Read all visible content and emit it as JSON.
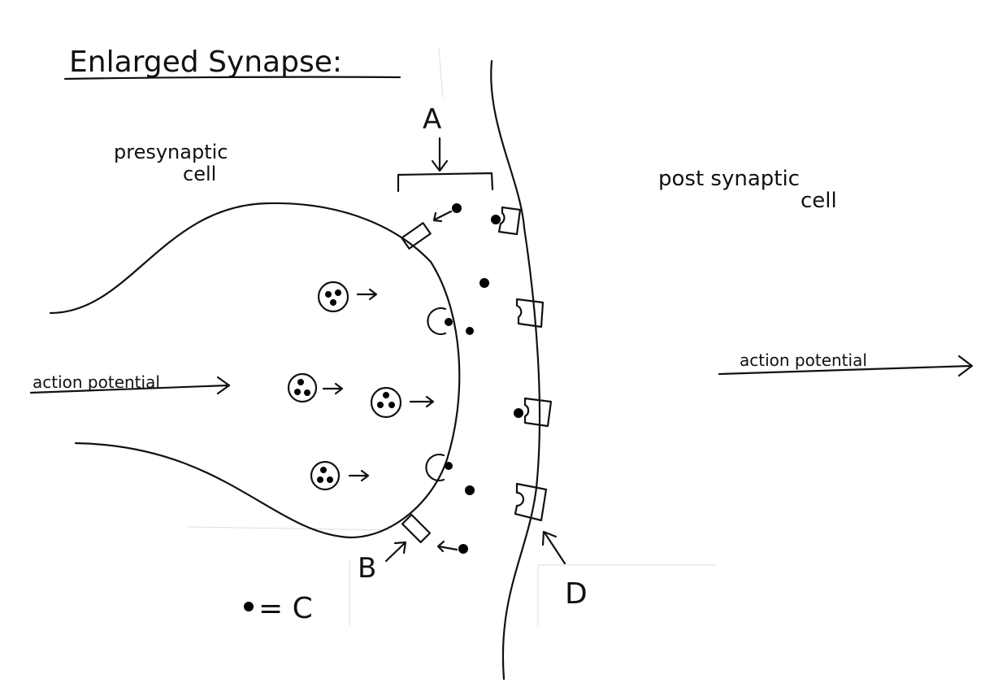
{
  "title": "Enlarged Synapse:",
  "labels": {
    "presynaptic_line1": "presynaptic",
    "presynaptic_line2": "cell",
    "postsynaptic_line1": "post synaptic",
    "postsynaptic_line2": "cell",
    "action_potential_left": "action potential",
    "action_potential_right": "action potential",
    "A": "A",
    "B": "B",
    "D": "D",
    "legend_eq": "= C"
  },
  "colors": {
    "ink": "#111111",
    "background": "#ffffff"
  }
}
